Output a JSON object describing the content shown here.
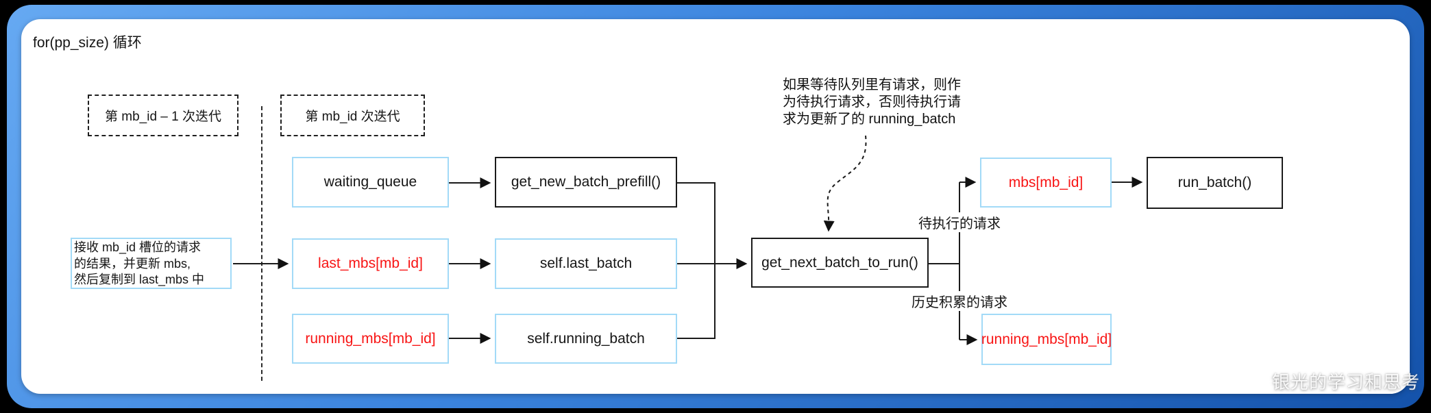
{
  "window": {
    "title": "for(pp_size) 循环",
    "watermark": "银光的学习和思考"
  },
  "iterations": {
    "previous": "第 mb_id – 1 次迭代",
    "current": "第 mb_id 次迭代"
  },
  "annotations": {
    "receive_note": [
      "接收 mb_id 槽位的请求",
      "的结果，并更新 mbs,",
      "然后复制到 last_mbs 中"
    ],
    "queue_note": [
      "如果等待队列里有请求，则作",
      "为待执行请求，否则待执行请",
      "求为更新了的 running_batch"
    ]
  },
  "nodes": {
    "waiting_queue": "waiting_queue",
    "get_new_batch_prefill": "get_new_batch_prefill()",
    "last_mbs": "last_mbs[mb_id]",
    "self_last_batch": "self.last_batch",
    "running_mbs_left": "running_mbs[mb_id]",
    "self_running_batch": "self.running_batch",
    "get_next_batch_to_run": "get_next_batch_to_run()",
    "mbs": "mbs[mb_id]",
    "run_batch": "run_batch()",
    "running_mbs_right": "running_mbs[mb_id]"
  },
  "edge_labels": {
    "pending": "待执行的请求",
    "historical": "历史积累的请求"
  },
  "colors": {
    "accent_red": "#f81414",
    "box_blue": "#a2daf7",
    "line_dark": "#1a1a1a",
    "frame_light": "#66a9f2",
    "frame_mid": "#3b84de",
    "frame_dark": "#1452aa"
  }
}
